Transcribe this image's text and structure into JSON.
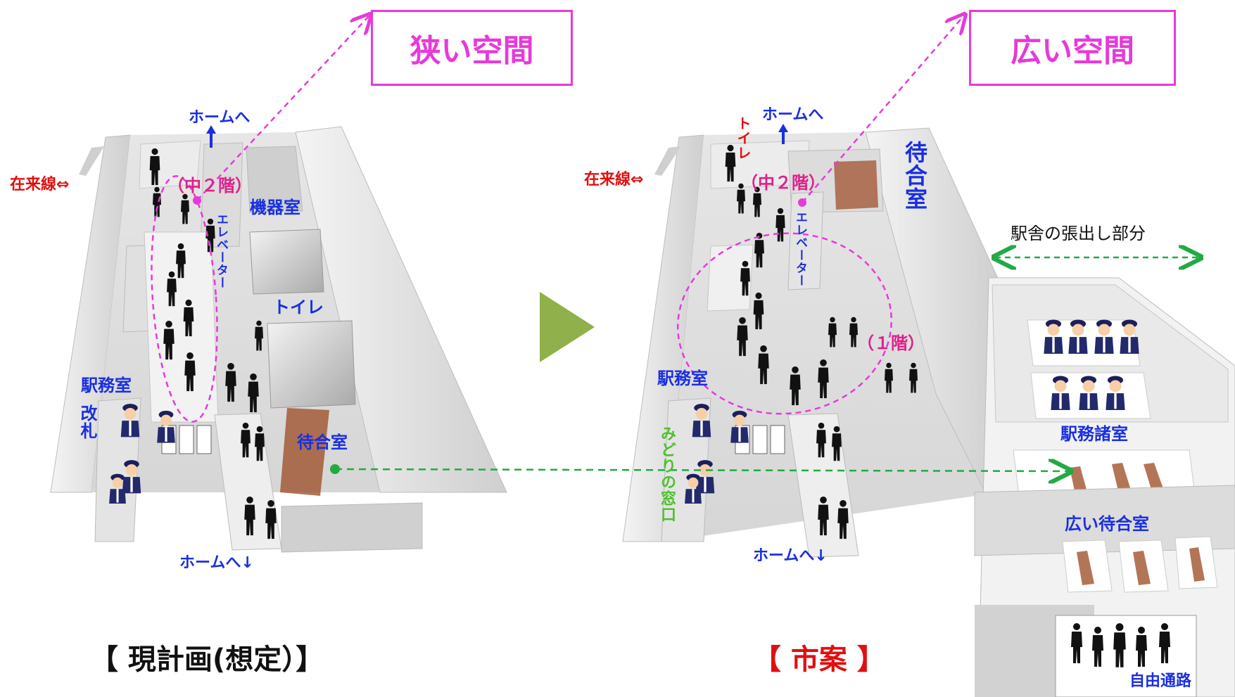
{
  "left_panel": {
    "box_label": "狭い空間",
    "to_platform_top": "ホームへ",
    "to_platform_top_arrow": "↑",
    "conventional_line": "在来線⇔",
    "mezzanine": "（中２階）",
    "equipment_room": "機器室",
    "elevator": "エレベーター",
    "toilet": "トイレ",
    "station_office": "駅務室",
    "ticket_gate": "改札",
    "waiting_room": "待合室",
    "to_platform_bottom": "ホームへ↓",
    "caption": "【 現計画(想定）】"
  },
  "right_panel": {
    "box_label": "広い空間",
    "to_platform_top": "ホームへ",
    "to_platform_top_arrow": "↑",
    "toilet": "トイレ",
    "conventional_line": "在来線⇔",
    "mezzanine": "（中２階）",
    "elevator": "エレベーター",
    "waiting_room": "待合室",
    "first_floor": "（１階）",
    "station_office": "駅務室",
    "midori": "みどりの窓口",
    "to_platform_bottom": "ホームへ↓",
    "caption": "【 市案 】"
  },
  "extension": {
    "title": "駅舎の張出し部分",
    "station_rooms": "駅務諸室",
    "wide_waiting_room": "広い待合室",
    "free_passage": "自由通路"
  },
  "colors": {
    "magenta": "#e63ad9",
    "blue": "#1a2fe0",
    "red": "#e01010",
    "green": "#4fbf2f",
    "arrow_green": "#8fb04a",
    "dashed_green": "#22aa44"
  }
}
